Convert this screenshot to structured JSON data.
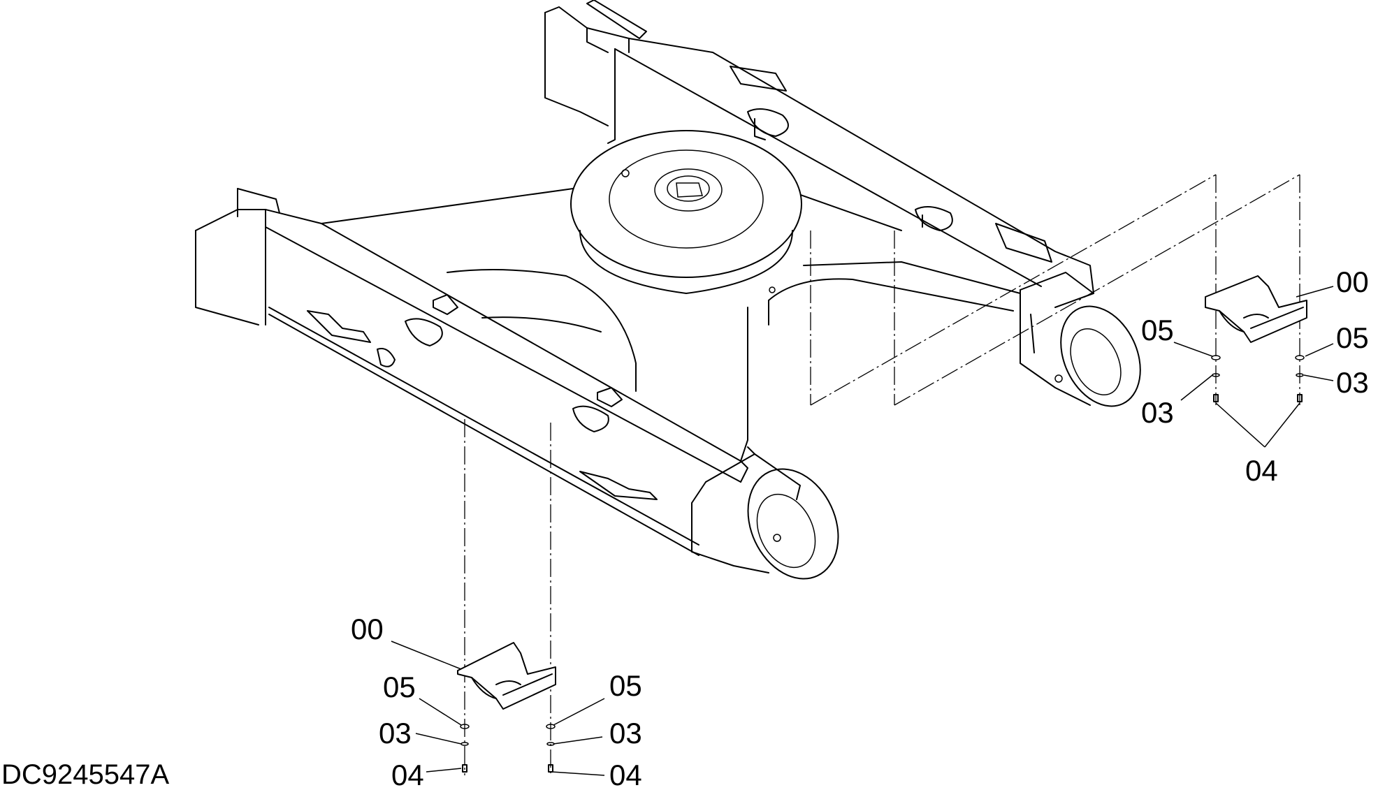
{
  "drawing_code": "DC9245547A",
  "callouts": {
    "right_cover": "00",
    "right_top_05_left": "05",
    "right_top_05_right": "05",
    "right_03_left": "03",
    "right_03_right": "03",
    "right_04": "04",
    "left_cover": "00",
    "left_05_left": "05",
    "left_05_right": "05",
    "left_03_left": "03",
    "left_03_right": "03",
    "left_04_left": "04",
    "left_04_right": "04"
  }
}
